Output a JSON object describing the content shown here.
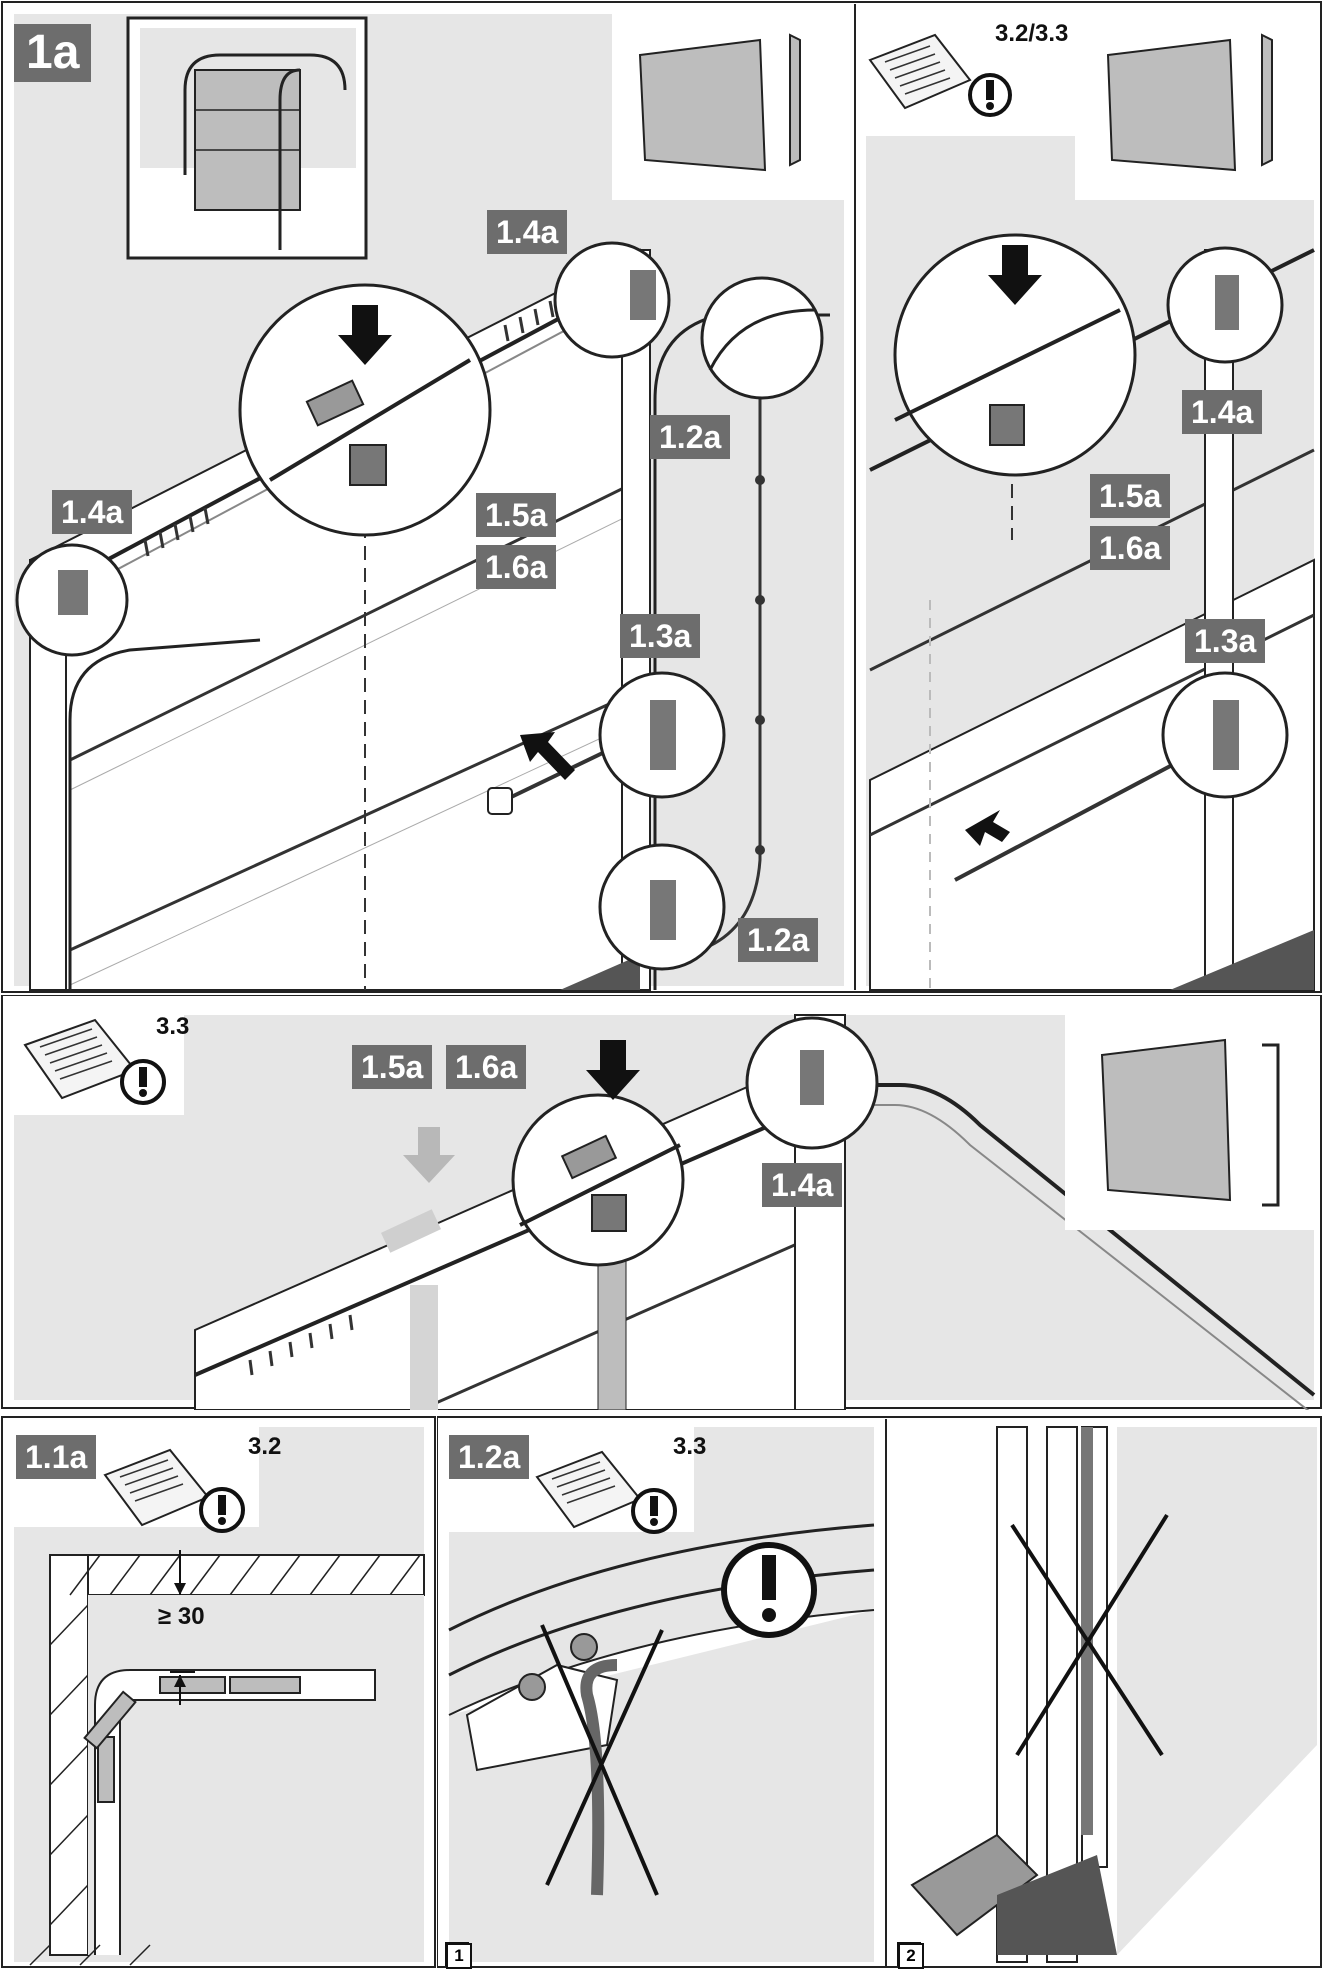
{
  "panel_1a": {
    "title": "1a",
    "left": {
      "labels": {
        "spring_left": "1.4a",
        "spring_top": "1.4a",
        "cable_top": "1.2a",
        "bracket_a": "1.5a",
        "bracket_b": "1.6a",
        "cable_lock": "1.3a",
        "cable_bottom": "1.2a"
      }
    },
    "right": {
      "manual_ref": "3.2/3.3",
      "labels": {
        "spring": "1.4a",
        "bracket_a": "1.5a",
        "bracket_b": "1.6a",
        "cable_lock": "1.3a"
      }
    }
  },
  "panel_mid": {
    "manual_ref": "3.3",
    "labels": {
      "bracket_a": "1.5a",
      "bracket_b": "1.6a",
      "spring": "1.4a"
    }
  },
  "panel_1_1a": {
    "title": "1.1a",
    "manual_ref": "3.2",
    "dimension": "≥ 30"
  },
  "panel_1_2a": {
    "title": "1.2a",
    "manual_ref": "3.3",
    "sub1": "1",
    "sub2": "2"
  },
  "colors": {
    "tag_bg": "#6d6d6d",
    "background_gray": "#e6e6e6",
    "line": "#1a1a1a"
  }
}
